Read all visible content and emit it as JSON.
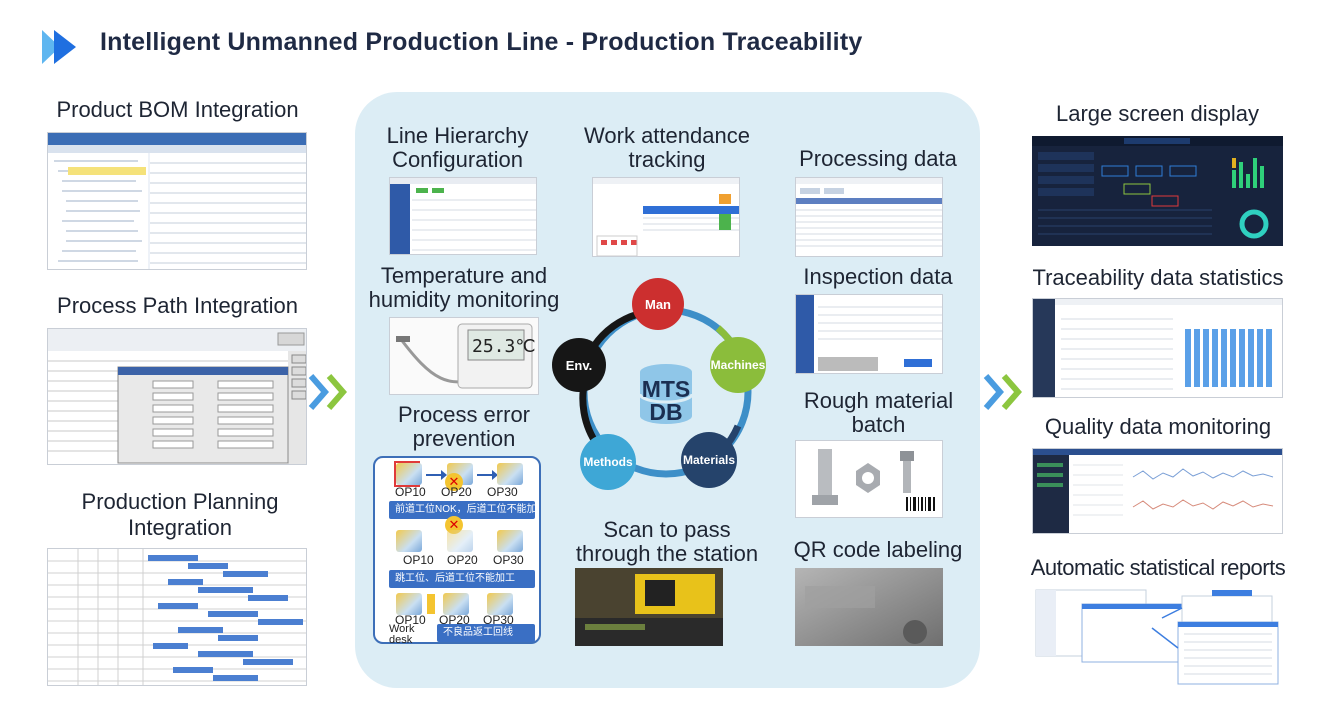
{
  "title": "Intelligent Unmanned Production Line - Production Traceability",
  "left": {
    "bom": "Product BOM Integration",
    "process_path": "Process Path Integration",
    "planning_line1": "Production Planning",
    "planning_line2": "Integration"
  },
  "center": {
    "line_hierarchy_1": "Line Hierarchy",
    "line_hierarchy_2": "Configuration",
    "attendance_1": "Work attendance",
    "attendance_2": "tracking",
    "processing": "Processing data",
    "temp_1": "Temperature and",
    "temp_2": "humidity monitoring",
    "temp_reading": "25.3℃",
    "inspection": "Inspection data",
    "error_1": "Process error",
    "error_2": "prevention",
    "rough_1": "Rough material",
    "rough_2": "batch",
    "scan_1": "Scan to pass",
    "scan_2": "through the station",
    "qr": "QR code labeling",
    "hub_1": "MTS",
    "hub_2": "DB",
    "nodes": {
      "man": "Man",
      "machines": "Machines",
      "materials": "Materials",
      "methods": "Methods",
      "env": "Env."
    },
    "error_flow": {
      "op10": "OP10",
      "op20": "OP20",
      "op30": "OP30",
      "bar1": "前道工位NOK，后道工位不能加工",
      "bar2": "跳工位、后道工位不能加工",
      "bar3": "不良品返工回线",
      "work": "Work",
      "desk": "desk"
    }
  },
  "right": {
    "large_screen": "Large screen display",
    "trace_stats": "Traceability data statistics",
    "quality": "Quality data monitoring",
    "reports": "Automatic statistical reports"
  },
  "colors": {
    "accent": "#2e7de1",
    "panel": "#dcedf5",
    "man": "#cc2f2f",
    "machines": "#8bbd3b",
    "materials": "#25436b",
    "methods": "#3ea7d6",
    "env": "#161616"
  }
}
